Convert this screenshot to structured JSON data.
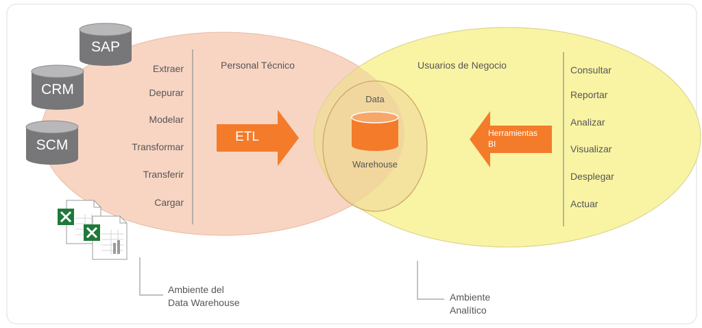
{
  "sources": [
    {
      "label": "SAP"
    },
    {
      "label": "CRM"
    },
    {
      "label": "SCM"
    }
  ],
  "excel_icons": [
    {
      "icon": "excel-file-icon"
    },
    {
      "icon": "excel-file-icon"
    }
  ],
  "technical": {
    "title": "Personal Técnico",
    "steps": [
      "Extraer",
      "Depurar",
      "Modelar",
      "Transformar",
      "Transferir",
      "Cargar"
    ]
  },
  "etl_arrow": {
    "label": "ETL"
  },
  "warehouse": {
    "line1": "Data",
    "line2": "Warehouse"
  },
  "bi_arrow": {
    "line1": "Herramientas",
    "line2": "BI"
  },
  "business": {
    "title": "Usuarios de Negocio",
    "steps": [
      "Consultar",
      "Reportar",
      "Analizar",
      "Visualizar",
      "Desplegar",
      "Actuar"
    ]
  },
  "notes": {
    "dw_env_line1": "Ambiente del",
    "dw_env_line2": "Data Warehouse",
    "analytic_env_line1": "Ambiente",
    "analytic_env_line2": "Analítico"
  },
  "colors": {
    "left_ellipse": "#f8d5c3",
    "right_ellipse": "#f9f4a4",
    "overlap": "#f2dba0",
    "accent_orange": "#f47b2a",
    "database_gray": "#77777a"
  }
}
